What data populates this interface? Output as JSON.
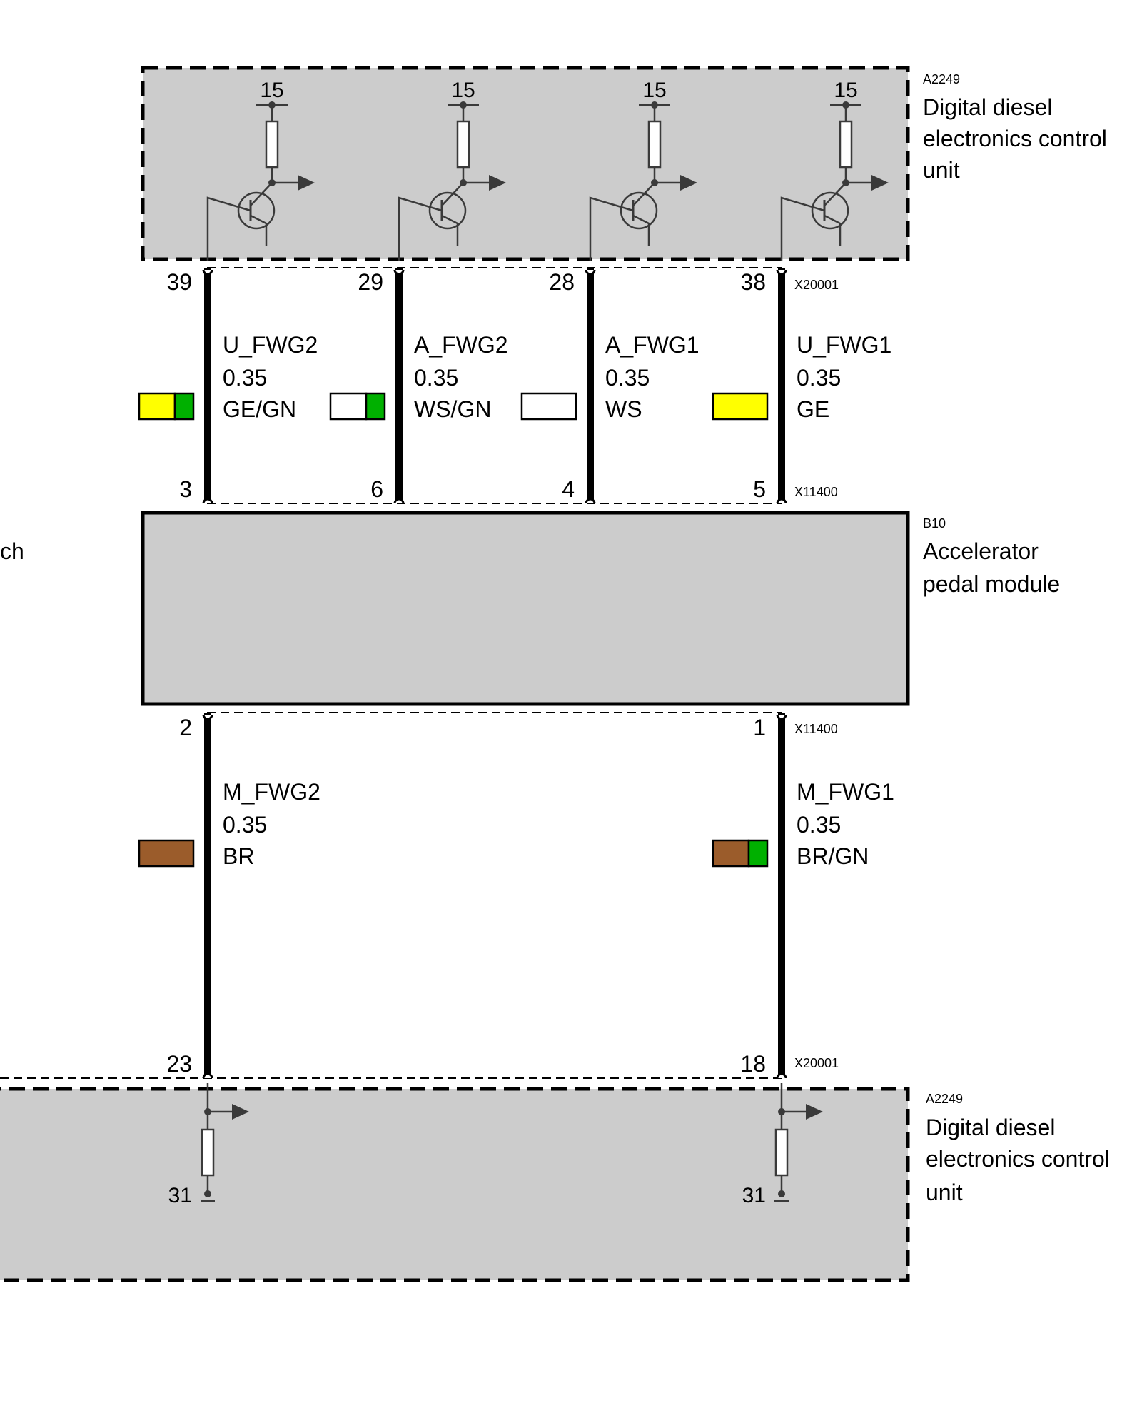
{
  "colors": {
    "GE": "#ffff00",
    "GN": "#00b000",
    "WS": "#ffffff",
    "BR": "#9b5c2b",
    "module_fill": "#cccccc",
    "wire": "#000000",
    "symbol": "#3a3a3a"
  },
  "top_ecu": {
    "id": "A2249",
    "label_lines": [
      "Digital diesel",
      "electronics control",
      "unit"
    ],
    "supply_labels": [
      "15",
      "15",
      "15",
      "15"
    ]
  },
  "pedal_module": {
    "id": "B10",
    "label_lines": [
      "Accelerator",
      "pedal module"
    ],
    "left_clip_text": "ch"
  },
  "bottom_ecu": {
    "id": "A2249",
    "label_lines": [
      "Digital diesel",
      "electronics control",
      "unit"
    ],
    "ground_labels": [
      "31",
      "31"
    ]
  },
  "connectors": {
    "top_ecu": "X20001",
    "pedal_top": "X11400",
    "pedal_bottom": "X11400",
    "bottom_ecu": "X20001"
  },
  "upper_wires": [
    {
      "name": "U_FWG2",
      "size": "0.35",
      "color_code": "GE/GN",
      "colors": [
        "GE",
        "GN"
      ],
      "pin_top": "39",
      "pin_bottom": "3"
    },
    {
      "name": "A_FWG2",
      "size": "0.35",
      "color_code": "WS/GN",
      "colors": [
        "WS",
        "GN"
      ],
      "pin_top": "29",
      "pin_bottom": "6"
    },
    {
      "name": "A_FWG1",
      "size": "0.35",
      "color_code": "WS",
      "colors": [
        "WS"
      ],
      "pin_top": "28",
      "pin_bottom": "4"
    },
    {
      "name": "U_FWG1",
      "size": "0.35",
      "color_code": "GE",
      "colors": [
        "GE"
      ],
      "pin_top": "38",
      "pin_bottom": "5"
    }
  ],
  "lower_wires": [
    {
      "name": "M_FWG2",
      "size": "0.35",
      "color_code": "BR",
      "colors": [
        "BR"
      ],
      "pin_top": "2",
      "pin_bottom": "23"
    },
    {
      "name": "M_FWG1",
      "size": "0.35",
      "color_code": "BR/GN",
      "colors": [
        "BR",
        "GN"
      ],
      "pin_top": "1",
      "pin_bottom": "18"
    }
  ]
}
